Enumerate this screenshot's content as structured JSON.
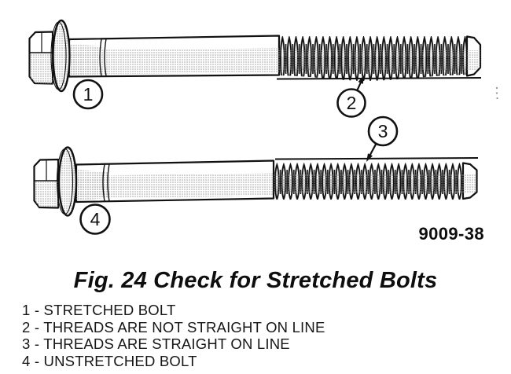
{
  "figure": {
    "caption": "Fig. 24 Check for Stretched Bolts",
    "code": "9009-38",
    "callouts": [
      {
        "label": "1"
      },
      {
        "label": "2"
      },
      {
        "label": "3"
      },
      {
        "label": "4"
      }
    ]
  },
  "legend": {
    "items": [
      "1 - STRETCHED BOLT",
      "2 - THREADS ARE NOT STRAIGHT ON LINE",
      "3 - THREADS ARE STRAIGHT ON LINE",
      "4 - UNSTRETCHED BOLT"
    ]
  },
  "colors": {
    "ink": "#111111",
    "stipple_gray": "#9a9a9a",
    "background": "#ffffff"
  }
}
